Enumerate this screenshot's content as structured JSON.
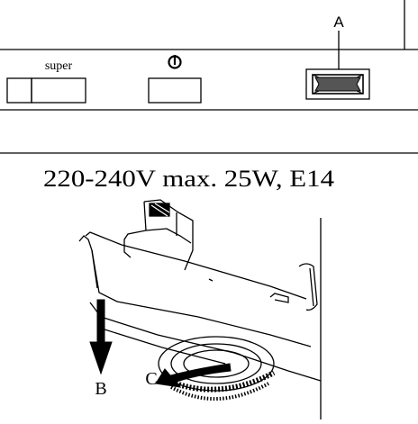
{
  "panel": {
    "label_super": "super",
    "power_symbol": "power-icon",
    "callout_a": "A"
  },
  "bulb_spec": "220-240V max.  25W, E14",
  "steps": {
    "callout_b": "B",
    "callout_c": "C"
  },
  "colors": {
    "line": "#000000",
    "background": "#ffffff",
    "switch_inner": "#555555"
  }
}
